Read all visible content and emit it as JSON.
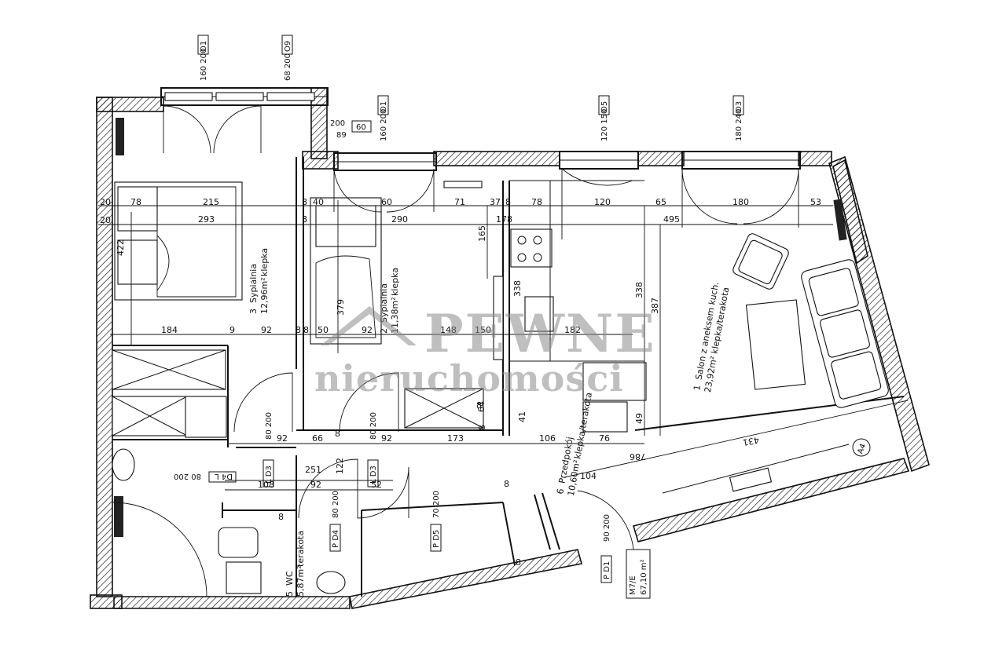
{
  "rooms": [
    {
      "number": "3",
      "name": "Sypialnia",
      "area": "12,96m²",
      "floor": "klepka"
    },
    {
      "number": "2",
      "name": "Sypialnia",
      "area": "11,38m²",
      "floor": "klepka"
    },
    {
      "number": "1",
      "name": "Salon z aneksem kuch.",
      "area": "23,92m²",
      "floor": "klepka/terakota"
    },
    {
      "number": "6",
      "name": "Przedpokój",
      "area": "10,60m²",
      "floor": "klepka/terakota"
    },
    {
      "number": "5",
      "name": "WC",
      "area": "5,87m²",
      "floor": "terakota"
    }
  ],
  "total_area": {
    "label": "M7/E",
    "value": "67,10 m²"
  },
  "axis_marker": "A4",
  "window_tags": [
    {
      "dims": "160 200",
      "code": "O1"
    },
    {
      "dims": "68 200",
      "code": "O9"
    },
    {
      "dims": "160 200",
      "code": "O1"
    },
    {
      "dims": "120 150",
      "code": "O5"
    },
    {
      "dims": "180 240",
      "code": "O3"
    }
  ],
  "small_window": {
    "top": "89",
    "bottom": "200",
    "code": "60"
  },
  "door_tags": [
    {
      "dims": "80 200",
      "code": "L D3"
    },
    {
      "dims": "80 200",
      "code": "L D3"
    },
    {
      "dims": "80 200",
      "code": "P D4"
    },
    {
      "dims": "70 200",
      "code": "P D5"
    },
    {
      "dims": "90 200",
      "code": "P D1"
    },
    {
      "dims": "80 200",
      "code": "D4 L"
    }
  ],
  "dimensions": {
    "row1": [
      "20",
      "78",
      "215",
      "8",
      "40",
      "60",
      "71",
      "37",
      "8",
      "78",
      "120",
      "65",
      "180",
      "53"
    ],
    "row2": [
      "20",
      "293",
      "8",
      "290",
      "178",
      "495"
    ],
    "row3": [
      "184",
      "9",
      "92",
      "8",
      "8",
      "50",
      "92",
      "148",
      "150",
      "182"
    ],
    "row4": [
      "92",
      "66",
      "92",
      "173",
      "106",
      "76"
    ],
    "row5": [
      "251",
      "122",
      "108",
      "92",
      "52"
    ],
    "vertical": [
      "422",
      "379",
      "165",
      "338",
      "338",
      "387",
      "64",
      "41",
      "49",
      "8"
    ],
    "misc": [
      "786",
      "431",
      "104",
      "8",
      "8",
      "8",
      "8",
      "8"
    ]
  },
  "watermark": {
    "line1": "PEWNE",
    "line2": "nieruchomości"
  }
}
